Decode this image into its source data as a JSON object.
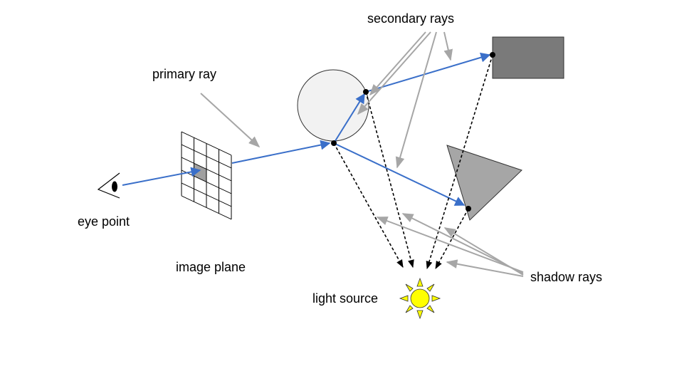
{
  "labels": {
    "secondary_rays": "secondary rays",
    "primary_ray": "primary ray",
    "eye_point": "eye point",
    "image_plane": "image plane",
    "light_source": "light source",
    "shadow_rays": "shadow rays"
  },
  "colors": {
    "ray": "#3a6fc9",
    "annotation_arrow": "#a6a6a6",
    "shadow_ray": "#000000",
    "sphere_fill": "#f2f2f2",
    "box_fill": "#7a7a7a",
    "triangle_fill": "#a6a6a6",
    "pixel_fill": "#a0a0a0",
    "sun_fill": "#ffff00"
  },
  "icons": {
    "eye": "eye-icon",
    "light": "sun-icon"
  }
}
